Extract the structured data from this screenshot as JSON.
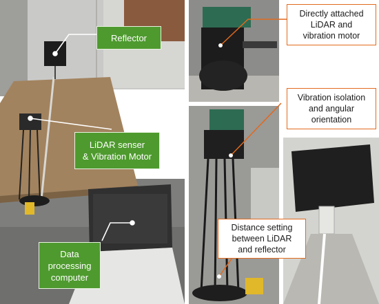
{
  "labels": {
    "reflector": "Reflector",
    "lidar_senser": "LiDAR senser\n& Vibration Motor",
    "data_computer": "Data\nprocessing\ncomputer",
    "directly_attached": "Directly attached\nLiDAR and\nvibration motor",
    "vibration_isolation": "Vibration isolation\nand angular\norientation",
    "distance_setting": "Distance setting\nbetween LiDAR\nand reflector"
  },
  "colors": {
    "green_label": "#4e9a2e",
    "orange_callout": "#e2691c",
    "callout_line_white": "#ffffff"
  },
  "photos": {
    "left": "lab-setup-photo",
    "right_top": "lidar-motor-closeup-photo",
    "right_middle": "isolation-mount-photo",
    "right_bottom": "reflector-distance-photo"
  }
}
